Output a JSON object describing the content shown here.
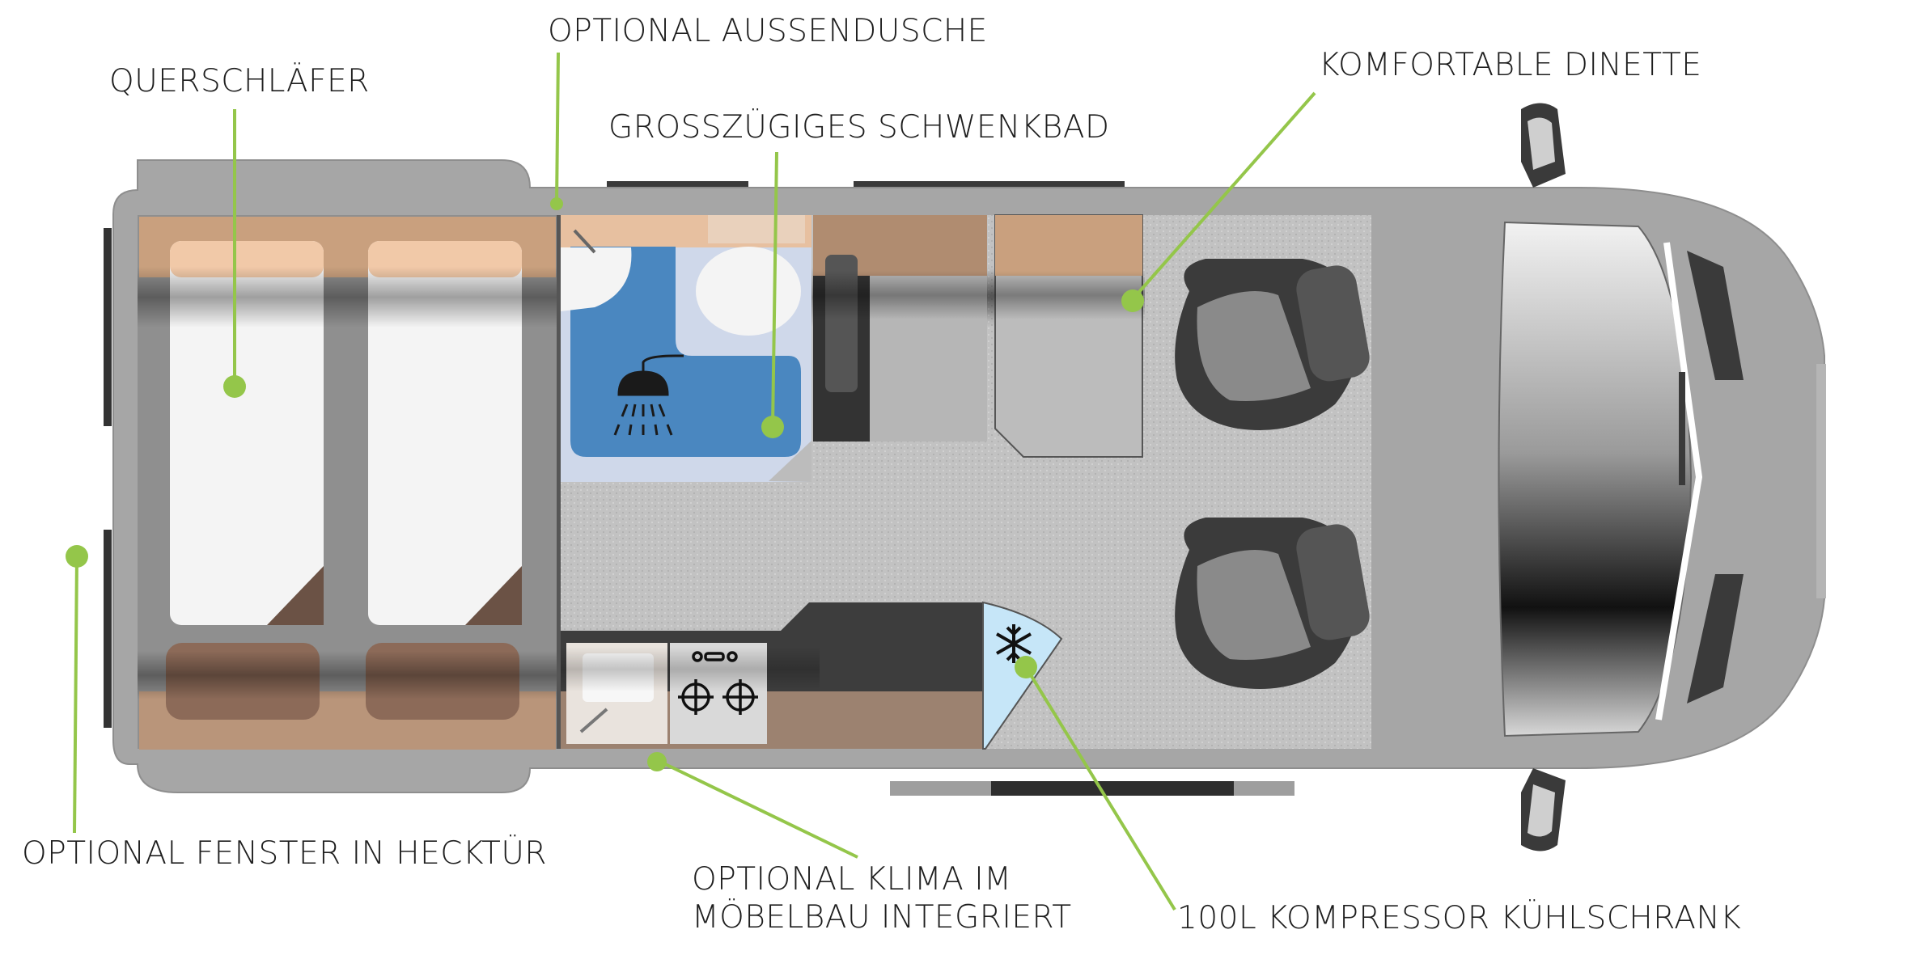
{
  "labels": {
    "querschlaefer": "QUERSCHLÄFER",
    "aussendusche": "OPTIONAL AUSSENDUSCHE",
    "schwenkbad": "GROSSZÜGIGES SCHWENKBAD",
    "dinette": "KOMFORTABLE DINETTE",
    "fenster": "OPTIONAL FENSTER IN HECKTÜR",
    "klima_line1": "OPTIONAL KLIMA IM",
    "klima_line2": "MÖBELBAU INTEGRIERT",
    "kuehlschrank": "100L KOMPRESSOR KÜHLSCHRANK"
  },
  "colors": {
    "accent": "#94c64a",
    "body": "#a8a8a8",
    "floor": "#c4c4c4",
    "wood": "#c9a07e",
    "bath": "#3f86c4",
    "fridge": "#c6e6f8",
    "seat": "#3d3d3d"
  },
  "icons": [
    "shower-icon",
    "snowflake-icon",
    "stove-burner-icon"
  ]
}
